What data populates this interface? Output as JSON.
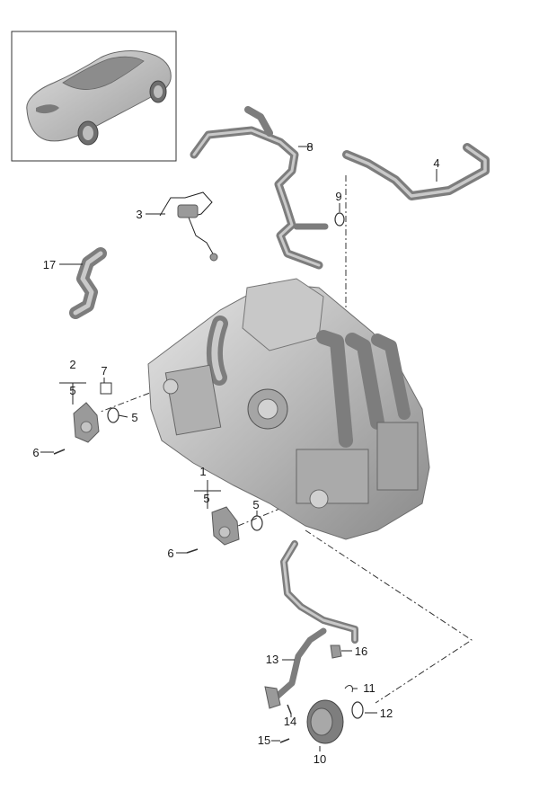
{
  "callouts": {
    "c1": "1",
    "c2": "2",
    "c3": "3",
    "c4": "4",
    "c5a": "5",
    "c5b": "5",
    "c5c": "5",
    "c5d": "5",
    "c6a": "6",
    "c6b": "6",
    "c7": "7",
    "c8": "8",
    "c9": "9",
    "c10": "10",
    "c11": "11",
    "c12": "12",
    "c13": "13",
    "c14": "14",
    "c15": "15",
    "c16": "16",
    "c17": "17"
  }
}
